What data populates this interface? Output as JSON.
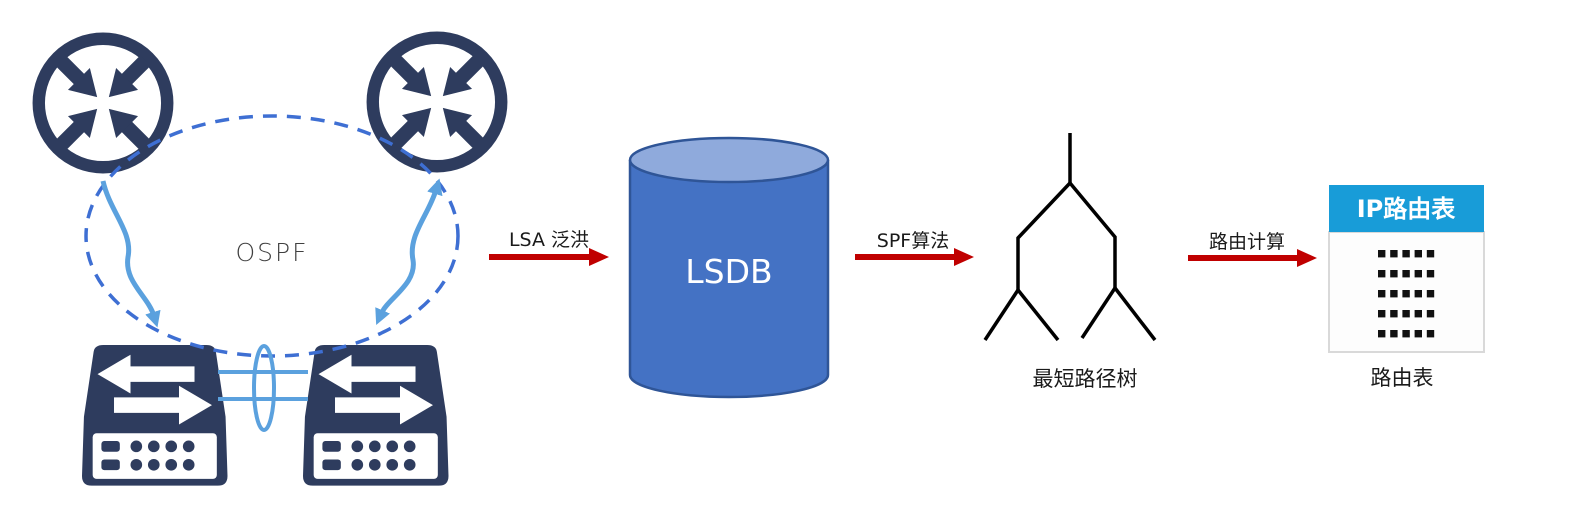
{
  "diagram": {
    "background": "#ffffff",
    "topology": {
      "area_label": "OSPF",
      "router_count": 2,
      "switch_count": 2
    },
    "flow": {
      "step1_label": "LSA 泛洪",
      "step2_label": "SPF算法",
      "step3_label": "路由计算"
    },
    "lsdb": {
      "label": "LSDB"
    },
    "tree": {
      "caption": "最短路径树"
    },
    "routing_table": {
      "header": "IP路由表",
      "caption": "路由表",
      "entry_rows": 5,
      "dots_per_row": 5
    },
    "colors": {
      "device_navy": "#2E3C5E",
      "area_dash_blue": "#3E6FD3",
      "link_blue": "#5BA1DE",
      "cylinder_fill": "#4472C4",
      "cylinder_top": "#8FAADC",
      "cylinder_stroke": "#2F5597",
      "arrow_red": "#C00000",
      "table_header_blue": "#189CD8",
      "tree_black": "#000000"
    }
  }
}
